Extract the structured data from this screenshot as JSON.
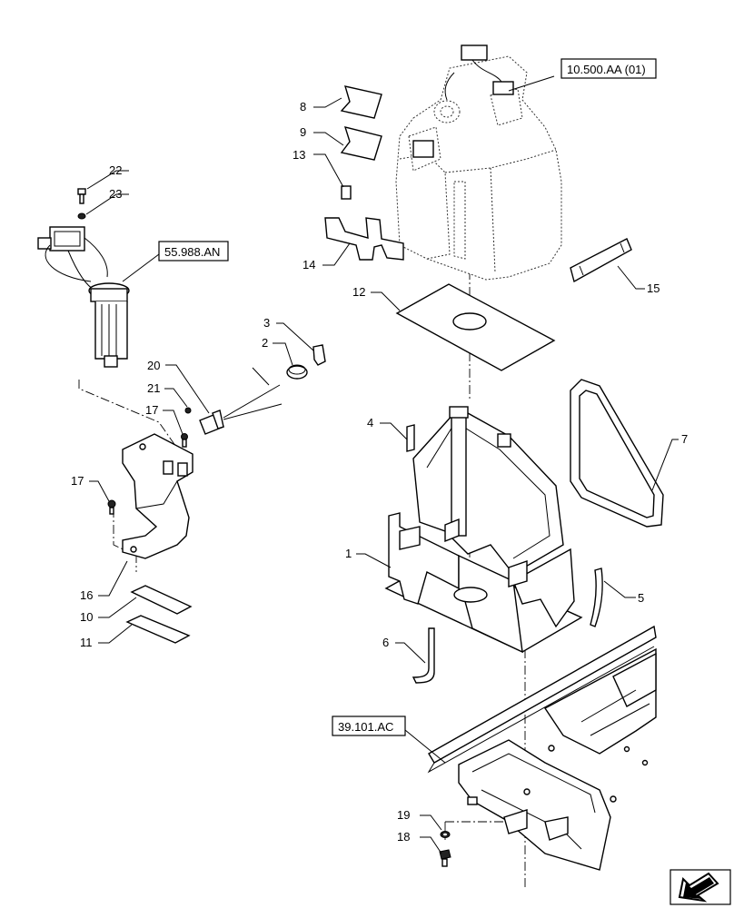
{
  "diagram": {
    "callouts": [
      {
        "id": "c1",
        "label": "1"
      },
      {
        "id": "c2",
        "label": "2"
      },
      {
        "id": "c3",
        "label": "3"
      },
      {
        "id": "c4",
        "label": "4"
      },
      {
        "id": "c5",
        "label": "5"
      },
      {
        "id": "c6",
        "label": "6"
      },
      {
        "id": "c7",
        "label": "7"
      },
      {
        "id": "c8",
        "label": "8"
      },
      {
        "id": "c9",
        "label": "9"
      },
      {
        "id": "c10",
        "label": "10"
      },
      {
        "id": "c11",
        "label": "11"
      },
      {
        "id": "c12",
        "label": "12"
      },
      {
        "id": "c13",
        "label": "13"
      },
      {
        "id": "c14",
        "label": "14"
      },
      {
        "id": "c15",
        "label": "15"
      },
      {
        "id": "c16",
        "label": "16"
      },
      {
        "id": "c17a",
        "label": "17"
      },
      {
        "id": "c17b",
        "label": "17"
      },
      {
        "id": "c18",
        "label": "18"
      },
      {
        "id": "c19",
        "label": "19"
      },
      {
        "id": "c20",
        "label": "20"
      },
      {
        "id": "c21",
        "label": "21"
      },
      {
        "id": "c22",
        "label": "22"
      },
      {
        "id": "c23",
        "label": "23"
      }
    ],
    "references": [
      {
        "id": "ref-tank",
        "label": "10.500.AA (01)"
      },
      {
        "id": "ref-pump",
        "label": "55.988.AN"
      },
      {
        "id": "ref-frame",
        "label": "39.101.AC"
      }
    ],
    "nav_icon": "arrow-down-left-icon"
  }
}
